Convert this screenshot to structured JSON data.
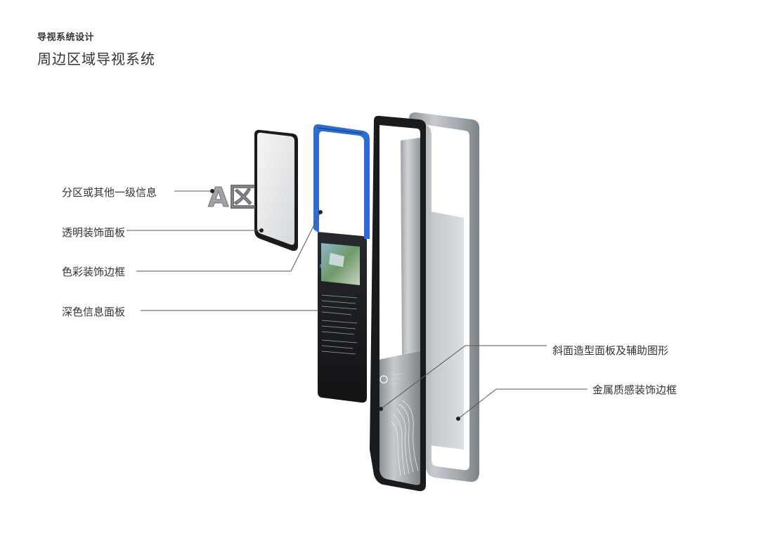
{
  "header": {
    "subtitle": "导视系统设计",
    "title": "周边区域导视系统"
  },
  "callouts": {
    "left": [
      "分区或其他一级信息",
      "透明装饰面板",
      "色彩装饰边框",
      "深色信息面板"
    ],
    "right": [
      "斜面造型面板及辅助图形",
      "金属质感装饰边框"
    ]
  },
  "sign": {
    "zone_letter": "A区"
  },
  "colors": {
    "accent_blue": "#2f6ed1",
    "metal": "#a9aeb3",
    "dark_panel": "#1b1d20",
    "leader_line": "#555555"
  }
}
